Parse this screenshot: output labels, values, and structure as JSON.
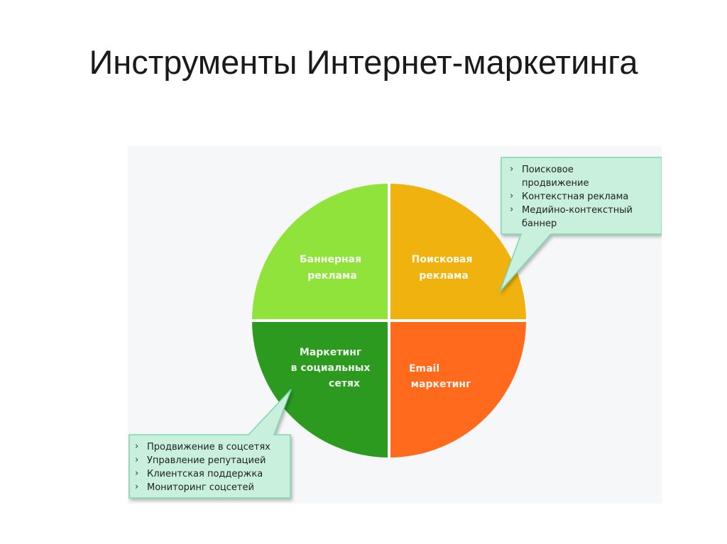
{
  "slide": {
    "title": "Инструменты Интернет-маркетинга"
  },
  "colors": {
    "panel_background": "#f6f7f8",
    "banner_quadrant": "#8fe33a",
    "search_quadrant": "#f0b20e",
    "social_quadrant": "#2b9a1f",
    "email_quadrant": "#ff6a1c",
    "callout_fill": "#c8f0dc",
    "callout_border": "#7fd6ae"
  },
  "diagram": {
    "quadrants": {
      "banner": {
        "line1": "Баннерная",
        "line2": "реклама"
      },
      "search": {
        "line1": "Поисковая",
        "line2": "реклама"
      },
      "social": {
        "line1": "Маркетинг",
        "line2": "в социальных",
        "line3": "сетях"
      },
      "email": {
        "line1": "Email",
        "line2": "маркетинг"
      }
    },
    "callouts": {
      "search": {
        "items": [
          {
            "line1": "Поисковое",
            "line2": "продвижение"
          },
          {
            "line1": "Контекстная реклама"
          },
          {
            "line1": "Медийно-контекстный",
            "line2": "баннер"
          }
        ]
      },
      "social": {
        "items": [
          {
            "line1": "Продвижение в соцсетях"
          },
          {
            "line1": "Управление репутацией"
          },
          {
            "line1": "Клиентская поддержка"
          },
          {
            "line1": "Мониторинг соцсетей"
          }
        ]
      }
    },
    "bullet_glyph": "›"
  }
}
